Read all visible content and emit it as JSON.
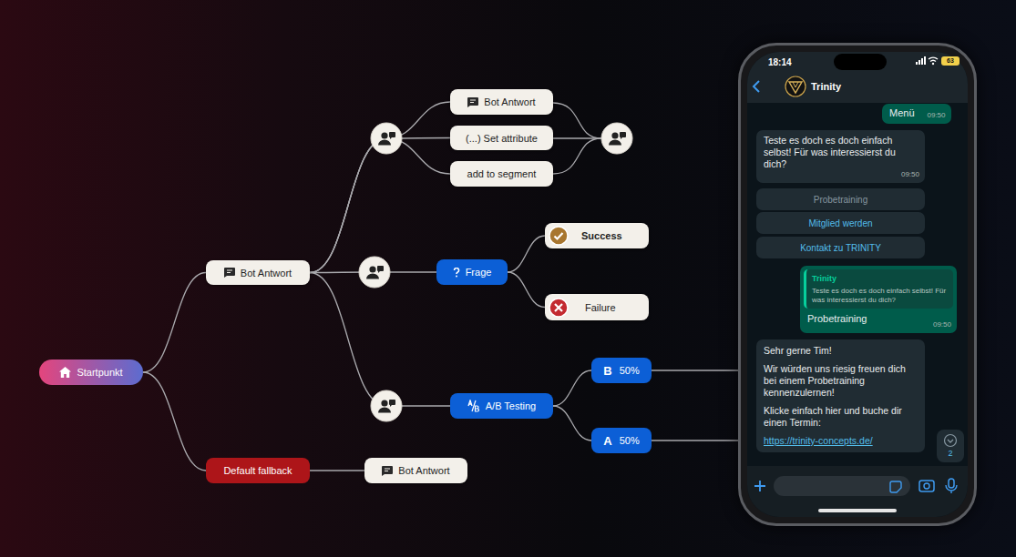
{
  "diagram": {
    "nodes": [
      {
        "text": [
          "Startpunkt"
        ]
      },
      {
        "text": [
          "Bot Antwort"
        ]
      },
      {
        "text": [
          "Bot Antwort"
        ]
      },
      {
        "text": [
          "(...) Set attribute"
        ]
      },
      {
        "text": [
          "add to segment"
        ]
      },
      {
        "text": [
          "Frage"
        ]
      },
      {
        "text": [
          "Success"
        ]
      },
      {
        "text": [
          "Failure"
        ]
      },
      {
        "text": [
          "A/B Testing"
        ]
      },
      {
        "text": [
          "B",
          "50%"
        ]
      },
      {
        "text": [
          "A",
          "50%"
        ]
      },
      {
        "text": [
          "Default fallback"
        ]
      },
      {
        "text": [
          "Bot Antwort"
        ]
      },
      {
        "text": [
          "18:14",
          "Trinity"
        ]
      },
      {
        "text": [
          "Menü",
          "09:50"
        ],
        "in": 13
      },
      {
        "text": [
          "Teste es doch es doch einfach selbst! Für was interessierst du dich?",
          "09:50"
        ],
        "in": 13
      },
      {
        "text": [
          "Probetraining"
        ],
        "in": 13
      },
      {
        "text": [
          "Mitglied werden"
        ],
        "in": 13
      },
      {
        "text": [
          "Kontakt zu TRINITY"
        ],
        "in": 13
      },
      {
        "text": [
          "Probetraining",
          "09:50"
        ],
        "in": 13
      },
      {
        "text": [
          "Trinity",
          "Teste es doch es doch einfach selbst! Für was interessierst du dich?"
        ],
        "in": 19
      },
      {
        "text": [
          "Sehr gerne Tim!",
          "Wir würden uns riesig freuen dich bei einem Probetraining kennenzulernen!",
          "Klicke einfach hier und buche dir einen Termin:",
          "https://trinity-concepts.de/"
        ],
        "in": 13
      },
      {
        "text": [
          "2"
        ],
        "in": 13
      }
    ],
    "edges": [
      {
        "from": 0,
        "to": 1,
        "arrow": "none"
      },
      {
        "from": 0,
        "to": 11,
        "arrow": "none"
      },
      {
        "from": 1,
        "to": 2,
        "arrow": "none"
      },
      {
        "from": 1,
        "to": 3,
        "arrow": "none"
      },
      {
        "from": 1,
        "to": 4,
        "arrow": "none"
      },
      {
        "from": 1,
        "to": 5,
        "arrow": "none"
      },
      {
        "from": 5,
        "to": 6,
        "arrow": "none"
      },
      {
        "from": 5,
        "to": 7,
        "arrow": "none"
      },
      {
        "from": 1,
        "to": 8,
        "arrow": "none"
      },
      {
        "from": 8,
        "to": 9,
        "arrow": "none"
      },
      {
        "from": 8,
        "to": 10,
        "arrow": "none"
      },
      {
        "from": 11,
        "to": 12,
        "arrow": "none"
      },
      {
        "from": 9,
        "to": 13,
        "arrow": "none"
      },
      {
        "from": 10,
        "to": 13,
        "arrow": "none"
      }
    ],
    "labels": [
      "63"
    ]
  }
}
